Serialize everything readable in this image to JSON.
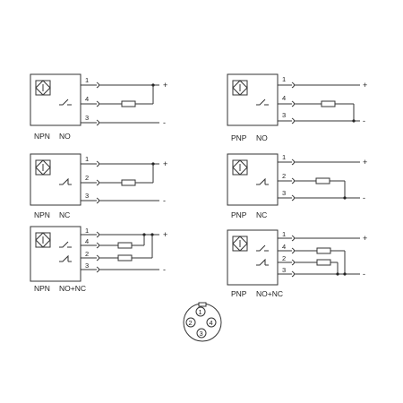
{
  "npn_no": {
    "caption_type": "NPN",
    "caption_mode": "NO",
    "pins": [
      "1",
      "4",
      "3"
    ],
    "signs": [
      "+",
      "-"
    ]
  },
  "pnp_no": {
    "caption_type": "PNP",
    "caption_mode": "NO",
    "pins": [
      "1",
      "4",
      "3"
    ],
    "signs": [
      "+",
      "-"
    ]
  },
  "npn_nc": {
    "caption_type": "NPN",
    "caption_mode": "NC",
    "pins": [
      "1",
      "2",
      "3"
    ],
    "signs": [
      "+",
      "-"
    ]
  },
  "pnp_nc": {
    "caption_type": "PNP",
    "caption_mode": "NC",
    "pins": [
      "1",
      "2",
      "3"
    ],
    "signs": [
      "+",
      "-"
    ]
  },
  "npn_no_nc": {
    "caption_type": "NPN",
    "caption_mode": "NO+NC",
    "pins": [
      "1",
      "4",
      "2",
      "3"
    ],
    "signs": [
      "+",
      "-"
    ]
  },
  "pnp_no_nc": {
    "caption_type": "PNP",
    "caption_mode": "NO+NC",
    "pins": [
      "1",
      "4",
      "2",
      "3"
    ],
    "signs": [
      "+",
      "-"
    ]
  },
  "connector": {
    "pins": [
      "1",
      "2",
      "3",
      "4"
    ]
  }
}
